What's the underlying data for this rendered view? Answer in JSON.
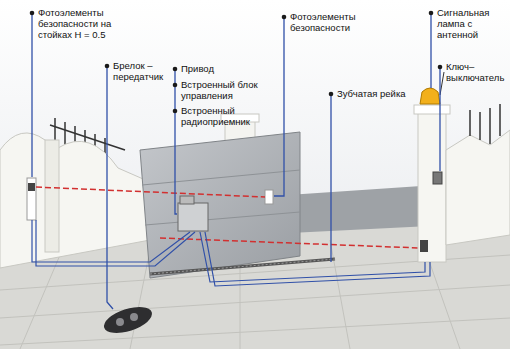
{
  "diagram": {
    "labels": [
      "Фотоэлементы безопасности на стойках Н = 0.5",
      "Брелок – передатчик",
      "Привод",
      "Встроенный блок управления",
      "Встроенный радиоприемник",
      "Фотоэлементы безопасности",
      "Зубчатая рейка",
      "Сигнальная лампа с антенной",
      "Ключ–выключатель"
    ]
  }
}
